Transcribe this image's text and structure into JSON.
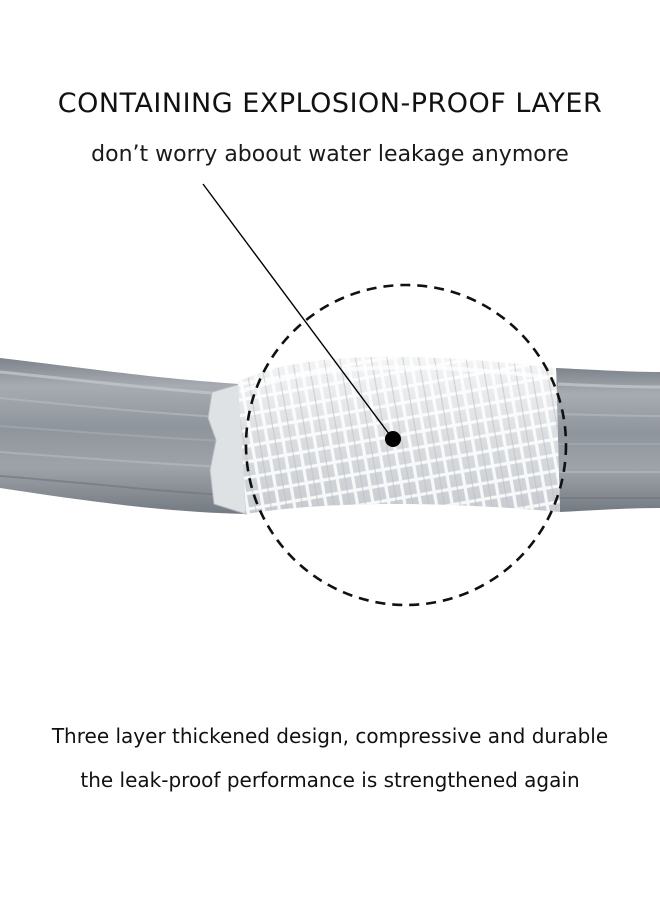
{
  "header": {
    "title": "CONTAINING EXPLOSION-PROOF LAYER",
    "subtitle": "don’t worry aboout water leakage anymore"
  },
  "footer": {
    "line1": "Three layer thickened design, compressive and durable",
    "line2": "the leak-proof performance is strengthened again"
  },
  "colors": {
    "hose_gray": "#8e949b",
    "mesh_white": "#e9eaec",
    "text": "#111111",
    "callout": "#000000"
  }
}
